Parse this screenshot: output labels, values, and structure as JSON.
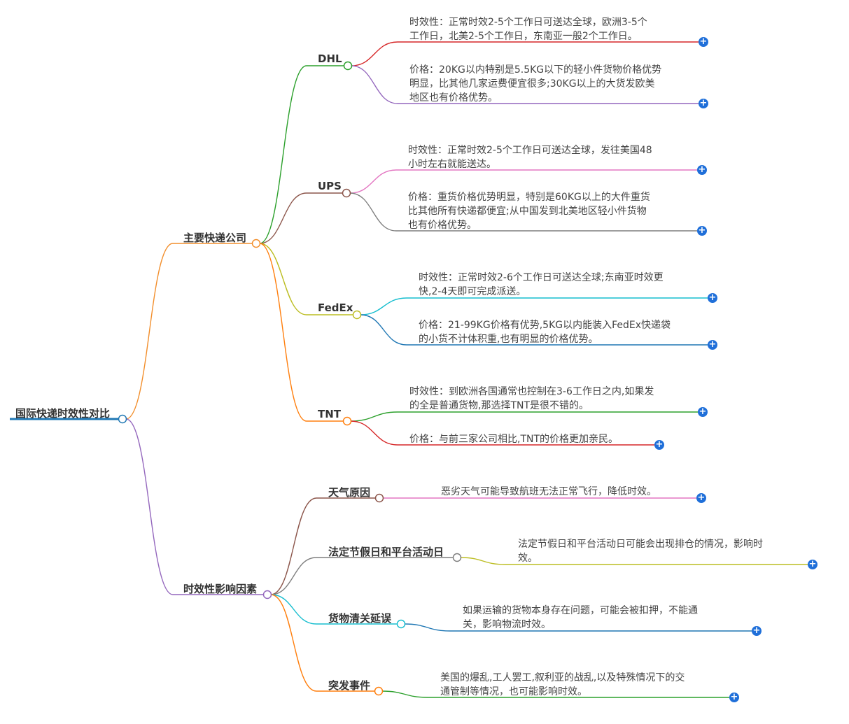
{
  "root": {
    "label": "国际快递时效性对比",
    "color": "#1f77b4"
  },
  "branches": [
    {
      "label": "主要快递公司",
      "color": "#f28e2b",
      "children": [
        {
          "label": "DHL",
          "color": "#2ca02c",
          "leaves": [
            {
              "text": "时效性：正常时效2-5个工作日可送达全球，欧洲3-5个\n工作日，北美2-5个工作日，东南亚一般2个工作日。",
              "color": "#d62728"
            },
            {
              "text": "价格：20KG以内特别是5.5KG以下的轻小件货物价格优势\n明显，比其他几家运费便宜很多;30KG以上的大货发欧美\n地区也有价格优势。",
              "color": "#9467bd"
            }
          ]
        },
        {
          "label": "UPS",
          "color": "#8c564b",
          "leaves": [
            {
              "text": "时效性：正常时效2-5个工作日可送达全球，发往美国48\n小时左右就能送达。",
              "color": "#e377c2"
            },
            {
              "text": "价格：重货价格优势明显，特别是60KG以上的大件重货\n比其他所有快递都便宜;从中国发到北美地区轻小件货物\n也有价格优势。",
              "color": "#7f7f7f"
            }
          ]
        },
        {
          "label": "FedEx",
          "color": "#bcbd22",
          "leaves": [
            {
              "text": "时效性：正常时效2-6个工作日可送达全球;东南亚时效更\n快,2-4天即可完成派送。",
              "color": "#17becf"
            },
            {
              "text": "价格：21-99KG价格有优势,5KG以内能装入FedEx快递袋\n的小货不计体积重,也有明显的价格优势。",
              "color": "#1f77b4"
            }
          ]
        },
        {
          "label": "TNT",
          "color": "#ff7f0e",
          "leaves": [
            {
              "text": "时效性：到欧洲各国通常也控制在3-6工作日之内,如果发\n的全是普通货物,那选择TNT是很不错的。",
              "color": "#2ca02c"
            },
            {
              "text": "价格：与前三家公司相比,TNT的价格更加亲民。",
              "color": "#d62728"
            }
          ]
        }
      ]
    },
    {
      "label": "时效性影响因素",
      "color": "#9467bd",
      "children": [
        {
          "label": "天气原因",
          "color": "#8c564b",
          "leaves": [
            {
              "text": "恶劣天气可能导致航班无法正常飞行，降低时效。",
              "color": "#e377c2"
            }
          ]
        },
        {
          "label": "法定节假日和平台活动日",
          "color": "#7f7f7f",
          "leaves": [
            {
              "text": "法定节假日和平台活动日可能会出现排仓的情况，影响时\n效。",
              "color": "#bcbd22"
            }
          ]
        },
        {
          "label": "货物清关延误",
          "color": "#17becf",
          "leaves": [
            {
              "text": "如果运输的货物本身存在问题，可能会被扣押，不能通\n关，影响物流时效。",
              "color": "#1f77b4"
            }
          ]
        },
        {
          "label": "突发事件",
          "color": "#ff7f0e",
          "leaves": [
            {
              "text": "美国的爆乱,工人罢工,叙利亚的战乱,以及特殊情况下的交\n通管制等情况，也可能影响时效。",
              "color": "#2ca02c"
            }
          ]
        }
      ]
    }
  ],
  "expand_symbol": "+"
}
